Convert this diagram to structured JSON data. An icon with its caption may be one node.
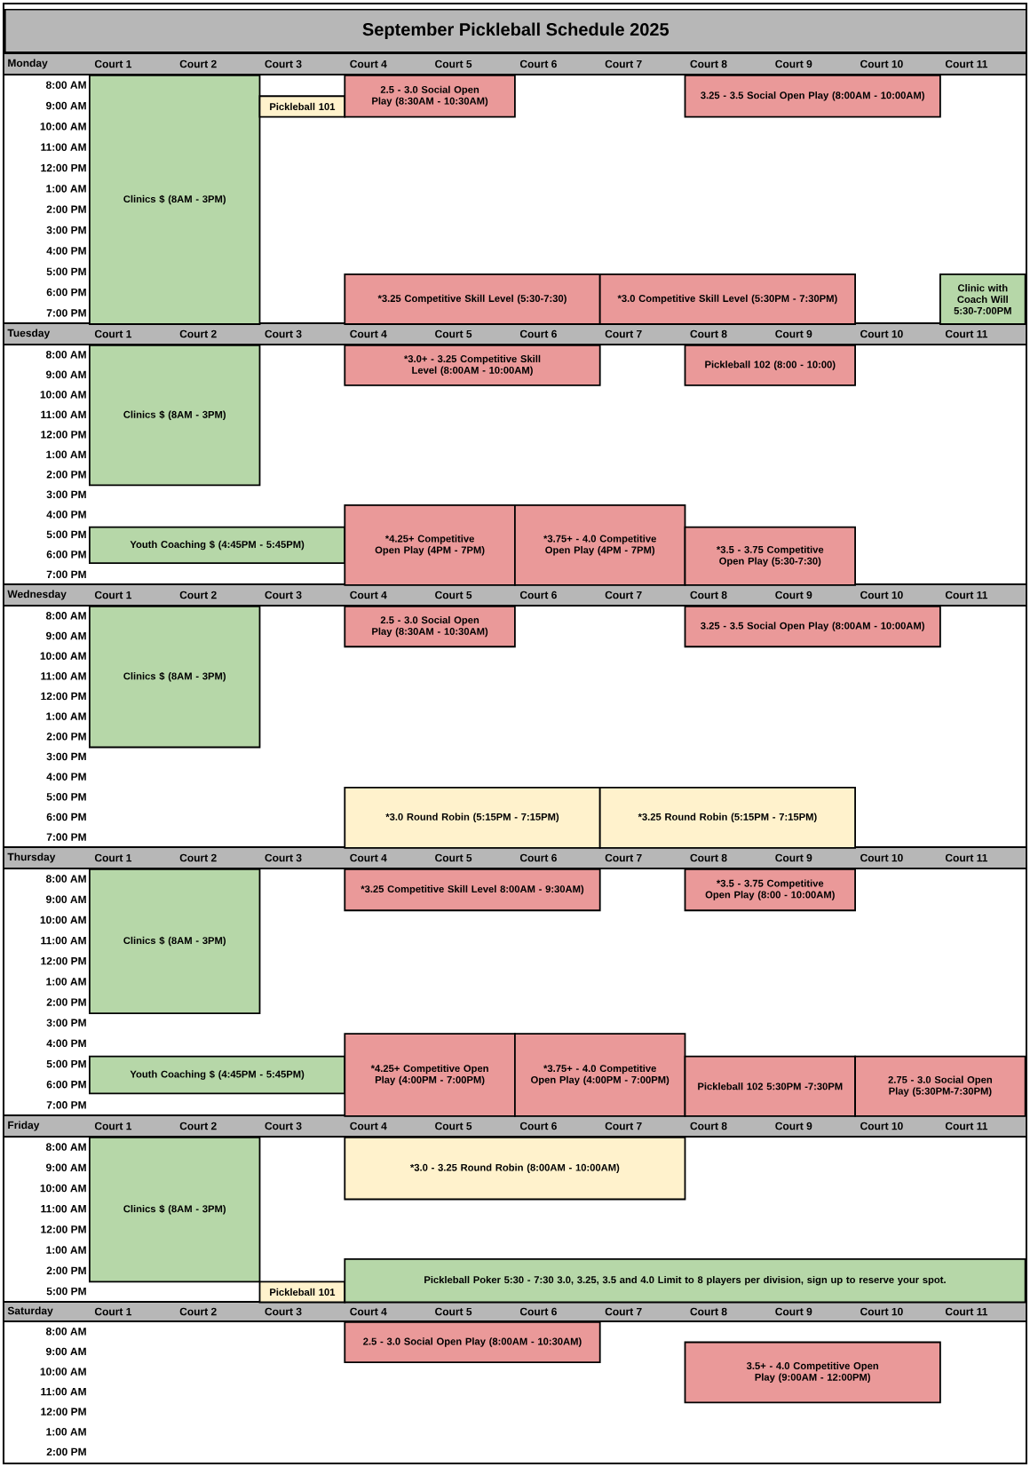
{
  "diagram": {
    "title": "September Pickleball Schedule 2025",
    "nodes": [
      {
        "text": [
          "Clinics $ (8AM - 3PM)"
        ]
      },
      {
        "text": [
          "Pickleball 101"
        ]
      },
      {
        "text": [
          "2.5 - 3.0 Social Open Play (8:30AM - 10:30AM)"
        ]
      },
      {
        "text": [
          "3.25 - 3.5 Social Open Play (8:00AM - 10:00AM)"
        ]
      },
      {
        "text": [
          "*3.25 Competitive Skill Level (5:30-7:30)"
        ]
      },
      {
        "text": [
          "*3.0 Competitive Skill Level (5:30PM - 7:30PM)"
        ]
      },
      {
        "text": [
          "Clinic with Coach Will 5:30-7:00PM"
        ]
      },
      {
        "text": [
          "Clinics $ (8AM - 3PM)"
        ]
      },
      {
        "text": [
          "*3.0+ - 3.25 Competitive Skill Level (8:00AM - 10:00AM)"
        ]
      },
      {
        "text": [
          "Pickleball 102 (8:00 - 10:00)"
        ]
      },
      {
        "text": [
          "Youth Coaching $ (4:45PM - 5:45PM)"
        ]
      },
      {
        "text": [
          "*4.25+ Competitive Open Play (4PM - 7PM)"
        ]
      },
      {
        "text": [
          "*3.75+ - 4.0 Competitive Open Play (4PM - 7PM)"
        ]
      },
      {
        "text": [
          "*3.5 - 3.75 Competitive Open Play (5:30-7:30)"
        ]
      },
      {
        "text": [
          "Clinics $ (8AM - 3PM)"
        ]
      },
      {
        "text": [
          "2.5 - 3.0 Social Open Play (8:30AM - 10:30AM)"
        ]
      },
      {
        "text": [
          "3.25 - 3.5 Social Open Play (8:00AM - 10:00AM)"
        ]
      },
      {
        "text": [
          "*3.0 Round Robin (5:15PM - 7:15PM)"
        ]
      },
      {
        "text": [
          "*3.25 Round Robin (5:15PM - 7:15PM)"
        ]
      },
      {
        "text": [
          "Clinics $ (8AM - 3PM)"
        ]
      },
      {
        "text": [
          "*3.25 Competitive Skill Level 8:00AM - 9:30AM)"
        ]
      },
      {
        "text": [
          "*3.5 - 3.75 Competitive Open Play (8:00 - 10:00AM)"
        ]
      },
      {
        "text": [
          "Youth Coaching $ (4:45PM - 5:45PM)"
        ]
      },
      {
        "text": [
          "*4.25+ Competitive Open Play (4:00PM - 7:00PM)"
        ]
      },
      {
        "text": [
          "*3.75+ - 4.0 Competitive Open Play (4:00PM - 7:00PM)"
        ]
      },
      {
        "text": [
          "Pickleball 102 5:30PM -7:30PM"
        ]
      },
      {
        "text": [
          "2.75 - 3.0 Social Open Play (5:30PM-7:30PM)"
        ]
      },
      {
        "text": [
          "Clinics $ (8AM - 3PM)"
        ]
      },
      {
        "text": [
          "*3.0 - 3.25 Round Robin (8:00AM - 10:00AM)"
        ]
      },
      {
        "text": [
          "Pickleball 101"
        ]
      },
      {
        "text": [
          "Pickleball Poker 5:30 - 7:30 3.0, 3.25, 3.5 and 4.0 Limit to 8 players per division, sign up to reserve your spot."
        ]
      },
      {
        "text": [
          "2.5 - 3.0 Social Open Play (8:00AM - 10:30AM)"
        ]
      },
      {
        "text": [
          "3.5+ - 4.0 Competitive Open Play (9:00AM - 12:00PM)"
        ]
      }
    ],
    "labels": [
      "Monday",
      "Court 1",
      "Court 2",
      "Court 3",
      "Court 4",
      "Court 5",
      "Court 6",
      "Court 7",
      "Court 8",
      "Court 9",
      "Court 10",
      "Court 11",
      "8:00 AM",
      "9:00 AM",
      "10:00 AM",
      "11:00 AM",
      "12:00 PM",
      "1:00 AM",
      "2:00 PM",
      "3:00 PM",
      "4:00 PM",
      "5:00 PM",
      "6:00 PM",
      "7:00 PM",
      "Tuesday",
      "Court 1",
      "Court 2",
      "Court 3",
      "Court 4",
      "Court 5",
      "Court 6",
      "Court 7",
      "Court 8",
      "Court 9",
      "Court 10",
      "Court 11",
      "8:00 AM",
      "9:00 AM",
      "10:00 AM",
      "11:00 AM",
      "12:00 PM",
      "1:00 AM",
      "2:00 PM",
      "3:00 PM",
      "4:00 PM",
      "5:00 PM",
      "6:00 PM",
      "7:00 PM",
      "Wednesday",
      "Court 1",
      "Court 2",
      "Court 3",
      "Court 4",
      "Court 5",
      "Court 6",
      "Court 7",
      "Court 8",
      "Court 9",
      "Court 10",
      "Court 11",
      "8:00 AM",
      "9:00 AM",
      "10:00 AM",
      "11:00 AM",
      "12:00 PM",
      "1:00 AM",
      "2:00 PM",
      "3:00 PM",
      "4:00 PM",
      "5:00 PM",
      "6:00 PM",
      "7:00 PM",
      "Thursday",
      "Court 1",
      "Court 2",
      "Court 3",
      "Court 4",
      "Court 5",
      "Court 6",
      "Court 7",
      "Court 8",
      "Court 9",
      "Court 10",
      "Court 11",
      "8:00 AM",
      "9:00 AM",
      "10:00 AM",
      "11:00 AM",
      "12:00 PM",
      "1:00 AM",
      "2:00 PM",
      "3:00 PM",
      "4:00 PM",
      "5:00 PM",
      "6:00 PM",
      "7:00 PM",
      "Friday",
      "Court 1",
      "Court 2",
      "Court 3",
      "Court 4",
      "Court 5",
      "Court 6",
      "Court 7",
      "Court 8",
      "Court 9",
      "Court 10",
      "Court 11",
      "8:00 AM",
      "9:00 AM",
      "10:00 AM",
      "11:00 AM",
      "12:00 PM",
      "1:00 AM",
      "2:00 PM",
      "5:00 PM",
      "Saturday",
      "Court 1",
      "Court 2",
      "Court 3",
      "Court 4",
      "Court 5",
      "Court 6",
      "Court 7",
      "Court 8",
      "Court 9",
      "Court 10",
      "Court 11",
      "8:00 AM",
      "9:00 AM",
      "10:00 AM",
      "11:00 AM",
      "12:00 PM",
      "1:00 AM",
      "2:00 PM"
    ]
  }
}
